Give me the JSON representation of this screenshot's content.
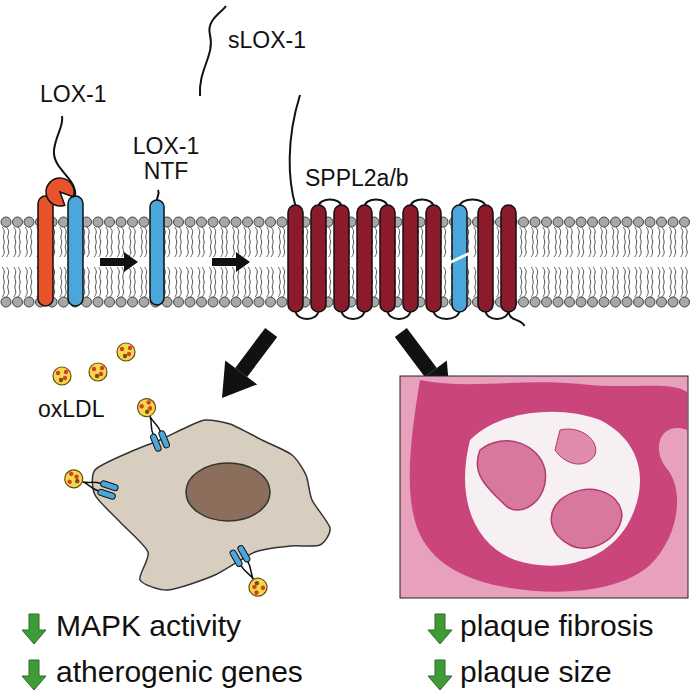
{
  "diagram": {
    "labels": [
      "sLOX-1",
      "LOX-1",
      "LOX-1 NTF",
      "SPPL2a/b",
      "oxLDL",
      "MAPK activity",
      "atherogenic genes",
      "plaque fibrosis",
      "plaque size"
    ]
  }
}
